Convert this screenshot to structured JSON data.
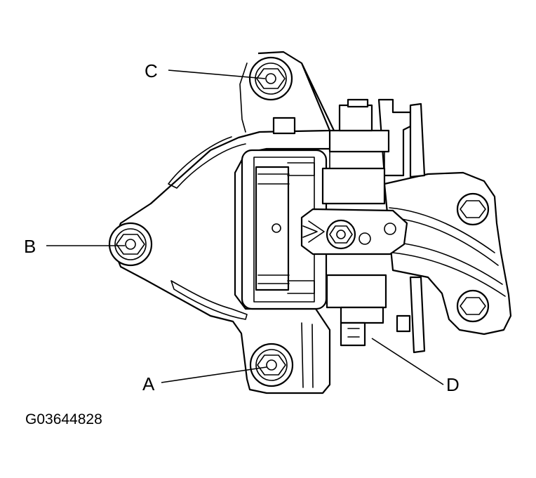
{
  "figure_id": "G03644828",
  "callouts": {
    "a": "A",
    "b": "B",
    "c": "C",
    "d": "D"
  },
  "colors": {
    "line": "#000000",
    "background": "#ffffff"
  }
}
